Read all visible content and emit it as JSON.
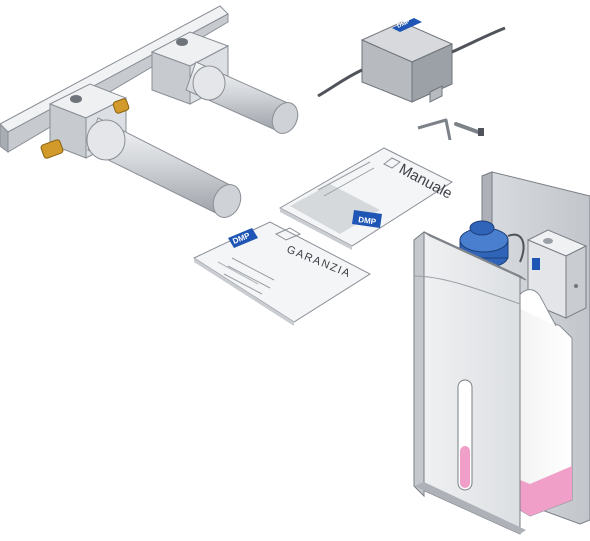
{
  "kit": {
    "manual_label": "Manuale",
    "warranty_label": "GARANZIA",
    "brand": "DMP"
  },
  "colors": {
    "steel_light": "#e9ebee",
    "steel_mid": "#c9ccd1",
    "steel_dark": "#9ea3aa",
    "brass": "#d19a2a",
    "transformer_top": "#cfd1d4",
    "transformer_side": "#a9adb2",
    "pump_blue": "#2f64b8",
    "brand_blue": "#1f56b5",
    "liquid_pink": "#f0a0c8",
    "outline": "#6f747b"
  },
  "icons": {
    "faucet_spout": "faucet-spout-icon",
    "transformer": "transformer-icon",
    "allen_key": "allen-key-icon",
    "manual": "manual-document-icon",
    "warranty": "warranty-document-icon",
    "dispenser": "soap-dispenser-icon",
    "pump": "pump-icon"
  }
}
